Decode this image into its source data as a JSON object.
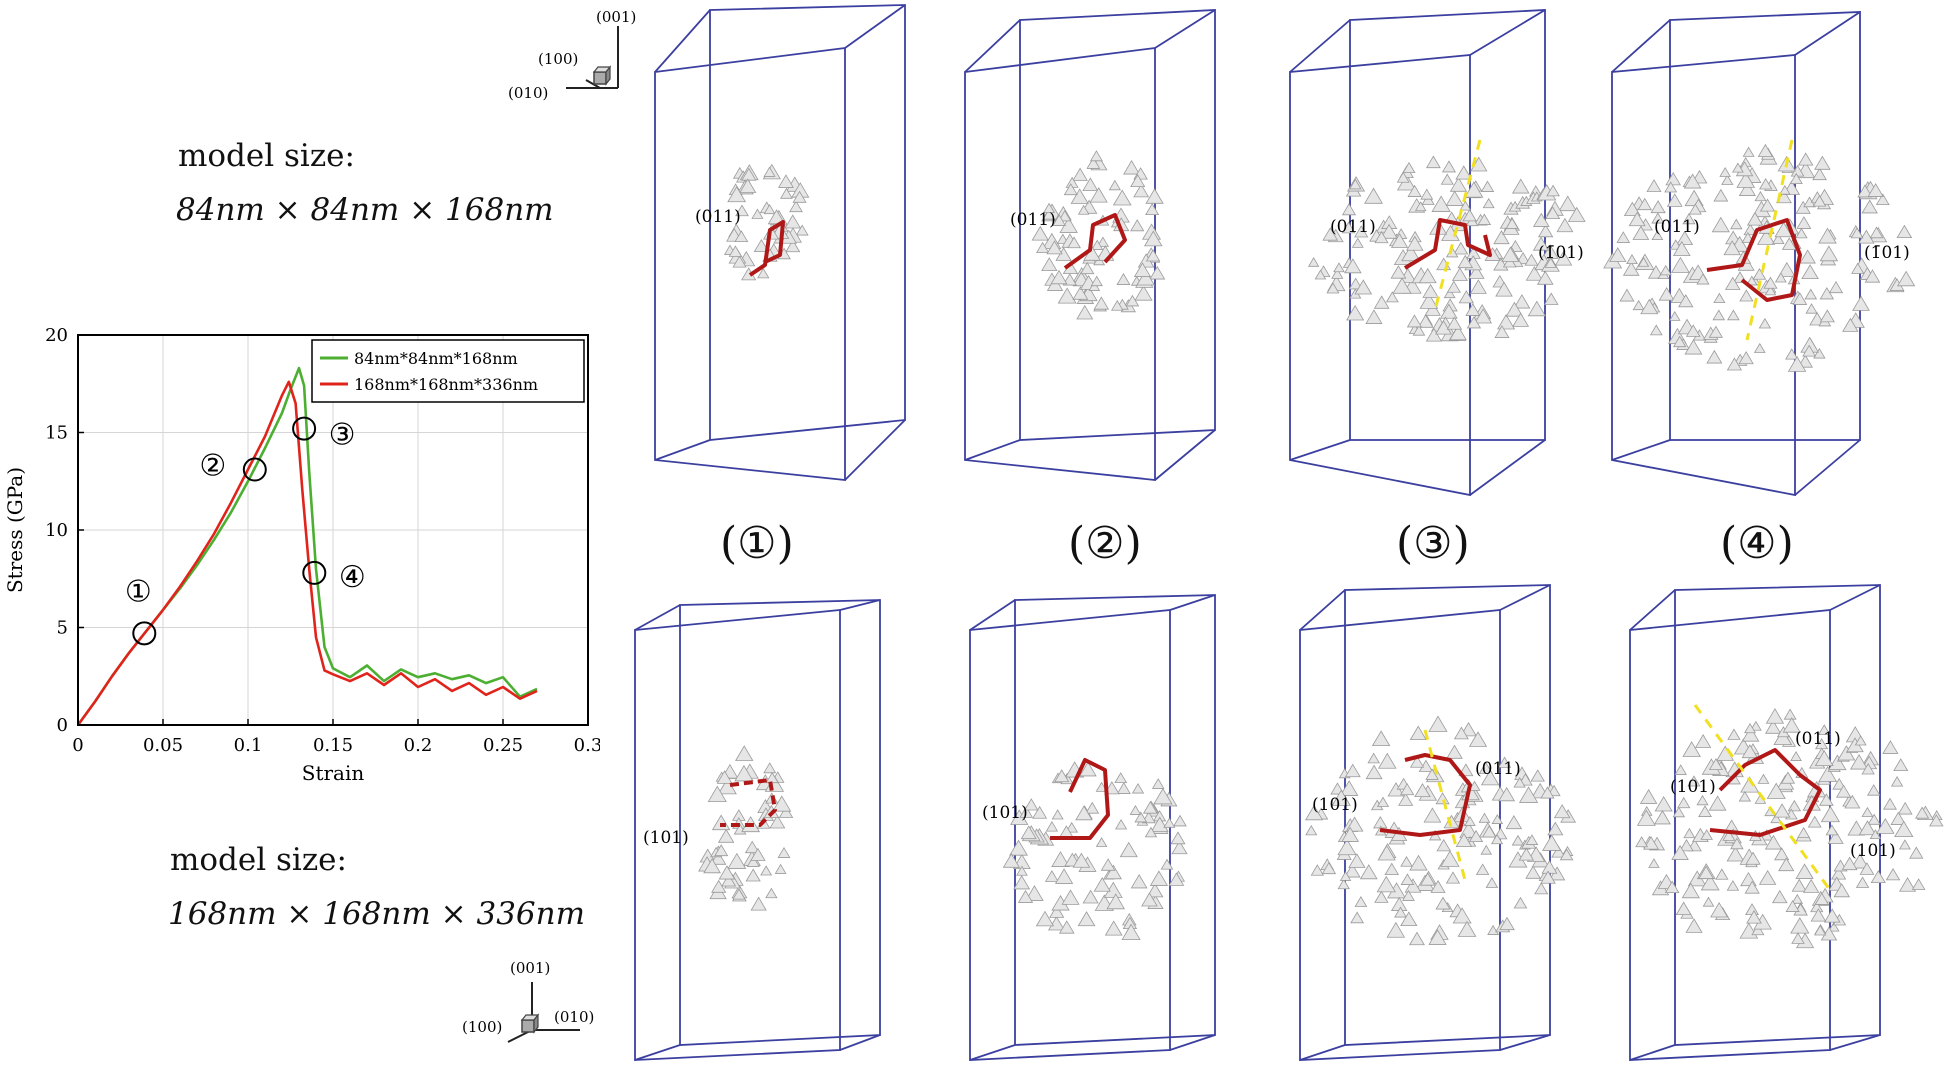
{
  "top_model": {
    "label": "model size:",
    "dims": [
      "84nm",
      "84nm",
      "168nm"
    ],
    "op": "×"
  },
  "bottom_model": {
    "label": "model size:",
    "dims": [
      "168nm",
      "168nm",
      "336nm"
    ],
    "op": "×"
  },
  "top_axes": {
    "z": "(001)",
    "x": "(100)",
    "y": "(010)"
  },
  "bottom_axes": {
    "z": "(001)",
    "x": "(100)",
    "y": "(010)"
  },
  "stage_labels": [
    "(①)",
    "(②)",
    "(③)",
    "(④)"
  ],
  "top_boxes": [
    {
      "planes": [
        "(011)"
      ]
    },
    {
      "planes": [
        "(011)"
      ]
    },
    {
      "planes": [
        "(011)",
        "(1̄01)"
      ]
    },
    {
      "planes": [
        "(011)",
        "(1̄01)"
      ]
    }
  ],
  "bottom_boxes": [
    {
      "planes": [
        "(101)"
      ]
    },
    {
      "planes": [
        "(101)"
      ]
    },
    {
      "planes": [
        "(101)",
        "(011)"
      ]
    },
    {
      "planes": [
        "(101)",
        "(011)",
        "(101)"
      ]
    }
  ],
  "colors": {
    "box_edge": "#3b3f9f",
    "dislocation": "#b01818",
    "slip_trace": "#f0e020",
    "series_small": "#4caf32",
    "series_large": "#e0241c"
  },
  "chart_data": {
    "type": "line",
    "xlabel": "Strain",
    "ylabel": "Stress (GPa)",
    "xlim": [
      0,
      0.3
    ],
    "ylim": [
      0,
      20
    ],
    "xticks": [
      0,
      0.05,
      0.1,
      0.15,
      0.2,
      0.25,
      0.3
    ],
    "xtick_labels": [
      "0",
      "0.05",
      "0.1",
      "0.15",
      "0.2",
      "0.25",
      "0.3"
    ],
    "yticks": [
      0,
      5,
      10,
      15,
      20
    ],
    "ytick_labels": [
      "0",
      "5",
      "10",
      "15",
      "20"
    ],
    "grid": true,
    "legend_position": "top-right",
    "series": [
      {
        "name": "84nm*84nm*168nm",
        "color": "#4caf32",
        "x": [
          0,
          0.01,
          0.02,
          0.03,
          0.04,
          0.05,
          0.06,
          0.07,
          0.08,
          0.09,
          0.1,
          0.11,
          0.12,
          0.125,
          0.13,
          0.133,
          0.136,
          0.14,
          0.145,
          0.15,
          0.16,
          0.17,
          0.18,
          0.19,
          0.2,
          0.21,
          0.22,
          0.23,
          0.24,
          0.25,
          0.26,
          0.27
        ],
        "y": [
          0,
          1.2,
          2.5,
          3.7,
          4.8,
          5.9,
          7.0,
          8.2,
          9.5,
          10.9,
          12.5,
          14.2,
          16.0,
          17.2,
          18.3,
          17.4,
          13.0,
          8.0,
          4.0,
          2.9,
          2.7,
          2.8,
          2.5,
          2.6,
          2.7,
          2.4,
          2.6,
          2.3,
          2.4,
          2.2,
          1.7,
          1.6
        ]
      },
      {
        "name": "168nm*168nm*336nm",
        "color": "#e0241c",
        "x": [
          0,
          0.01,
          0.02,
          0.03,
          0.04,
          0.05,
          0.06,
          0.07,
          0.08,
          0.09,
          0.1,
          0.11,
          0.12,
          0.124,
          0.128,
          0.132,
          0.136,
          0.14,
          0.145,
          0.15,
          0.16,
          0.17,
          0.18,
          0.19,
          0.2,
          0.21,
          0.22,
          0.23,
          0.24,
          0.25,
          0.26,
          0.27
        ],
        "y": [
          0,
          1.2,
          2.5,
          3.7,
          4.8,
          5.9,
          7.1,
          8.4,
          9.8,
          11.4,
          13.1,
          14.8,
          16.9,
          17.6,
          16.5,
          12.0,
          8.0,
          4.5,
          2.8,
          2.6,
          2.5,
          2.4,
          2.3,
          2.4,
          2.2,
          2.1,
          2.0,
          1.9,
          1.8,
          1.7,
          1.6,
          1.5
        ]
      }
    ],
    "markers": [
      {
        "label": "①",
        "x": 0.039,
        "y": 4.7
      },
      {
        "label": "②",
        "x": 0.104,
        "y": 13.1
      },
      {
        "label": "③",
        "x": 0.133,
        "y": 15.2
      },
      {
        "label": "④",
        "x": 0.139,
        "y": 7.8
      }
    ]
  }
}
